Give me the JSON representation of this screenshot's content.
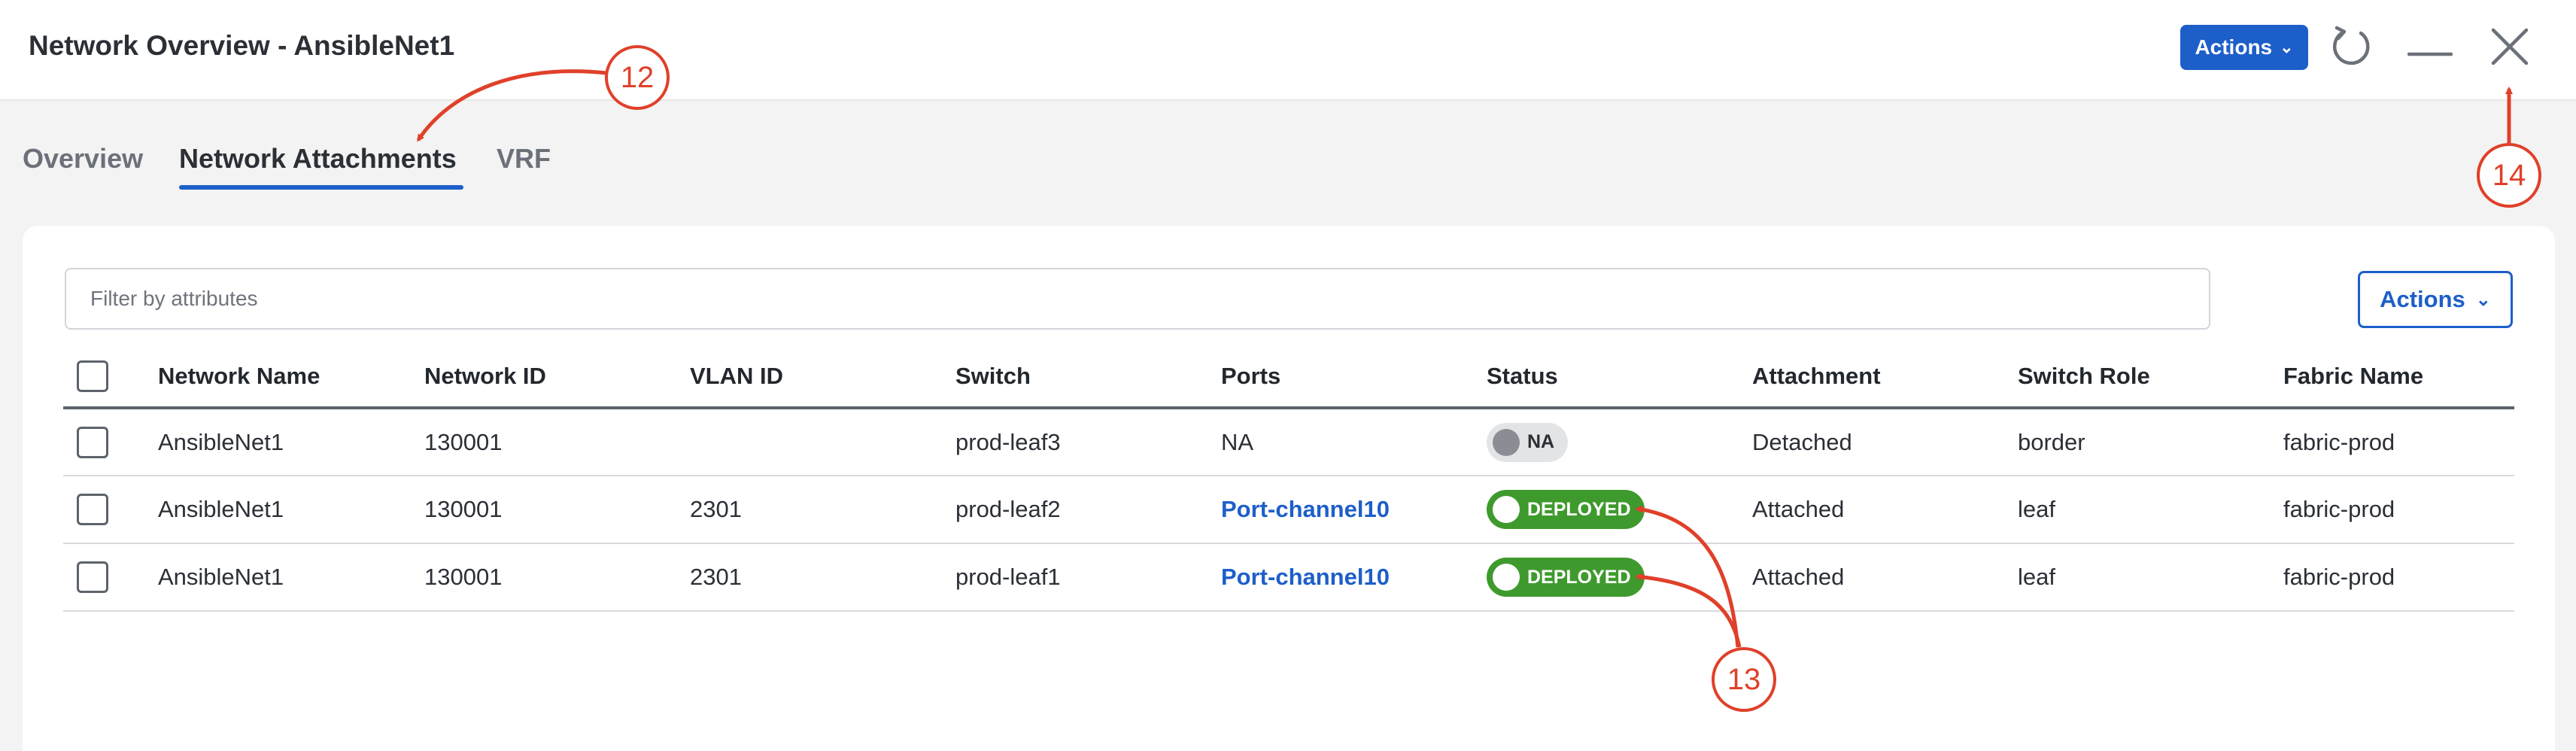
{
  "window": {
    "title": "Network Overview - AnsibleNet1",
    "actions_label": "Actions"
  },
  "tabs": [
    {
      "label": "Overview",
      "active": false
    },
    {
      "label": "Network Attachments",
      "active": true
    },
    {
      "label": "VRF",
      "active": false
    }
  ],
  "filter": {
    "placeholder": "Filter by attributes",
    "value": ""
  },
  "table": {
    "actions_label": "Actions",
    "columns": [
      "Network Name",
      "Network ID",
      "VLAN ID",
      "Switch",
      "Ports",
      "Status",
      "Attachment",
      "Switch Role",
      "Fabric Name"
    ],
    "rows": [
      {
        "network_name": "AnsibleNet1",
        "network_id": "130001",
        "vlan_id": "",
        "switch": "prod-leaf3",
        "ports": "NA",
        "status": "NA",
        "attachment": "Detached",
        "switch_role": "border",
        "fabric_name": "fabric-prod"
      },
      {
        "network_name": "AnsibleNet1",
        "network_id": "130001",
        "vlan_id": "2301",
        "switch": "prod-leaf2",
        "ports": "Port-channel10",
        "status": "DEPLOYED",
        "attachment": "Attached",
        "switch_role": "leaf",
        "fabric_name": "fabric-prod"
      },
      {
        "network_name": "AnsibleNet1",
        "network_id": "130001",
        "vlan_id": "2301",
        "switch": "prod-leaf1",
        "ports": "Port-channel10",
        "status": "DEPLOYED",
        "attachment": "Attached",
        "switch_role": "leaf",
        "fabric_name": "fabric-prod"
      }
    ]
  },
  "annotations": [
    "12",
    "13",
    "14"
  ],
  "icons": {
    "refresh": "refresh-icon",
    "minimize": "minimize-icon",
    "close": "close-icon",
    "chevron": "chevron-down-icon"
  },
  "colors": {
    "accent": "#1d5fc9",
    "deployed": "#3f9a2e",
    "annotation": "#e0402a"
  }
}
